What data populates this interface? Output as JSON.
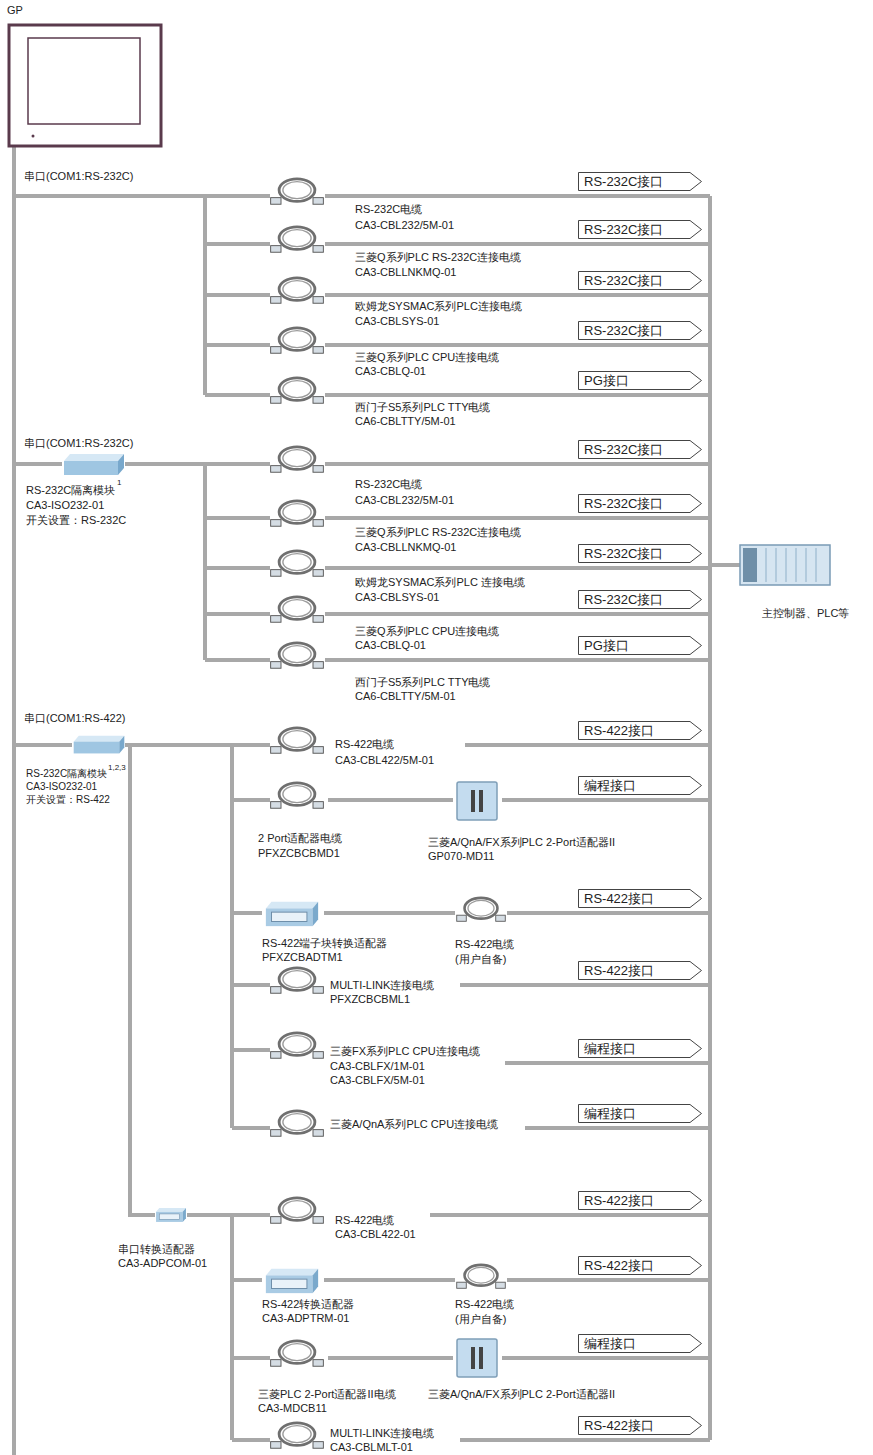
{
  "diagram": {
    "nodes": [
      {
        "text": [
          "GP"
        ]
      },
      {
        "text": [
          "RS-232C接口"
        ]
      },
      {
        "text": [
          "RS-232C接口"
        ]
      },
      {
        "text": [
          "RS-232C接口"
        ]
      },
      {
        "text": [
          "RS-232C接口"
        ]
      },
      {
        "text": [
          "PG接口"
        ]
      },
      {
        "text": [
          "RS-232C接口"
        ]
      },
      {
        "text": [
          "RS-232C接口"
        ]
      },
      {
        "text": [
          "RS-232C接口"
        ]
      },
      {
        "text": [
          "RS-232C接口"
        ]
      },
      {
        "text": [
          "PG接口"
        ]
      },
      {
        "text": [
          "RS-422接口"
        ]
      },
      {
        "text": [
          "编程接口"
        ]
      },
      {
        "text": [
          "RS-422接口"
        ]
      },
      {
        "text": [
          "RS-422接口"
        ]
      },
      {
        "text": [
          "编程接口"
        ]
      },
      {
        "text": [
          "编程接口"
        ]
      },
      {
        "text": [
          "RS-422接口"
        ]
      },
      {
        "text": [
          "RS-422接口"
        ]
      },
      {
        "text": [
          "编程接口"
        ]
      },
      {
        "text": [
          "RS-422接口"
        ]
      },
      {
        "text": [
          "主控制器、PLC等"
        ]
      }
    ],
    "labels": [
      "串口(COM1:RS-232C)",
      "RS-232C电缆",
      "CA3-CBL232/5M-01",
      "三菱Q系列PLC RS-232C连接电缆",
      "CA3-CBLLNKMQ-01",
      "欧姆龙SYSMAC系列PLC连接电缆",
      "CA3-CBLSYS-01",
      "三菱Q系列PLC CPU连接电缆",
      "CA3-CBLQ-01",
      "西门子S5系列PLC TTY电缆",
      "CA6-CBLTTY/5M-01",
      "串口(COM1:RS-232C)",
      "RS-232C隔离模块",
      "1",
      "CA3-ISO232-01",
      "开关设置：RS-232C",
      "RS-232C电缆",
      "CA3-CBL232/5M-01",
      "三菱Q系列PLC RS-232C连接电缆",
      "CA3-CBLLNKMQ-01",
      "欧姆龙SYSMAC系列PLC 连接电缆",
      "CA3-CBLSYS-01",
      "三菱Q系列PLC CPU连接电缆",
      "CA3-CBLQ-01",
      "西门子S5系列PLC TTY电缆",
      "CA6-CBLTTY/5M-01",
      "串口(COM1:RS-422)",
      "RS-232C隔离模块",
      "1,2,3",
      "CA3-ISO232-01",
      "开关设置：RS-422",
      "RS-422电缆",
      "CA3-CBL422/5M-01",
      "2 Port适配器电缆",
      "PFXZCBCBMD1",
      "三菱A/QnA/FX系列PLC 2-Port适配器II",
      "GP070-MD11",
      "RS-422端子块转换适配器",
      "PFXZCBADTM1",
      "RS-422电缆",
      "(用户自备)",
      "MULTI-LINK连接电缆",
      "PFXZCBCBML1",
      "三菱FX系列PLC CPU连接电缆",
      "CA3-CBLFX/1M-01",
      "CA3-CBLFX/5M-01",
      "三菱A/QnA系列PLC CPU连接电缆",
      "串口转换适配器",
      "CA3-ADPCOM-01",
      "RS-422电缆",
      "CA3-CBL422-01",
      "RS-422转换适配器",
      "CA3-ADPTRM-01",
      "RS-422电缆",
      "(用户自备)",
      "三菱PLC 2-Port适配器II电缆",
      "CA3-MDCB11",
      "三菱A/QnA/FX系列PLC 2-Port适配器II",
      "MULTI-LINK连接电缆",
      "CA3-CBLMLT-01"
    ]
  }
}
